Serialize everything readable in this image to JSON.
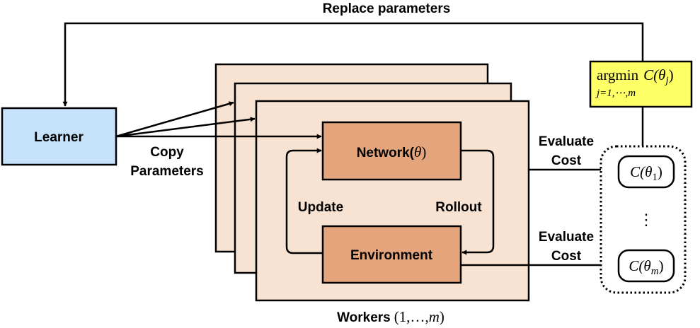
{
  "diagram": {
    "top_label": "Replace parameters",
    "learner_label": "Learner",
    "copy_label_1": "Copy",
    "copy_label_2": "Parameters",
    "network_label": "Network(",
    "network_theta": "θ",
    "network_close": ")",
    "environment_label": "Environment",
    "update_label": "Update",
    "rollout_label": "Rollout",
    "evaluate_1_line1": "Evaluate",
    "evaluate_1_line2": "Cost",
    "evaluate_2_line1": "Evaluate",
    "evaluate_2_line2": "Cost",
    "argmin_word": "argmin",
    "argmin_func": "C(θ",
    "argmin_sub": "j",
    "argmin_close": ")",
    "argmin_range": "j=1,⋯,m",
    "cost_1_func": "C(θ",
    "cost_1_sub": "1",
    "cost_1_close": ")",
    "cost_m_func": "C(θ",
    "cost_m_sub": "m",
    "cost_m_close": ")",
    "vdots": "⋮",
    "workers_label": "Workers",
    "workers_range": "(1,…,",
    "workers_m": "m",
    "workers_close": ")"
  },
  "colors": {
    "learner_fill": "#c6e3fb",
    "worker_fill": "#f8e2d1",
    "node_fill": "#e4a57c",
    "argmin_fill": "#ffff66",
    "stroke": "#000000"
  }
}
